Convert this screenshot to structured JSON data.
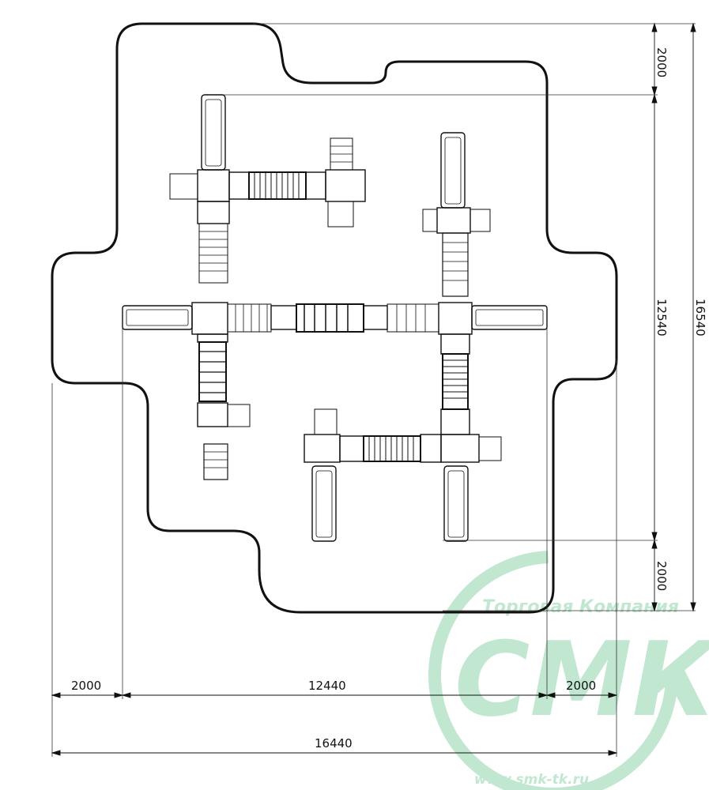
{
  "dimensions": {
    "top_margin": "2000",
    "bottom_margin": "2000",
    "height_inner": "12540",
    "height_total": "16540",
    "left_margin": "2000",
    "right_margin": "2000",
    "width_inner": "12440",
    "width_total": "16440"
  },
  "watermark": {
    "company": "Торговая Компания",
    "logo": "СМК",
    "url": "www.smk-tk.ru",
    "color": "#8fd4ad"
  },
  "colors": {
    "line": "#111111",
    "thin": "#333333"
  }
}
